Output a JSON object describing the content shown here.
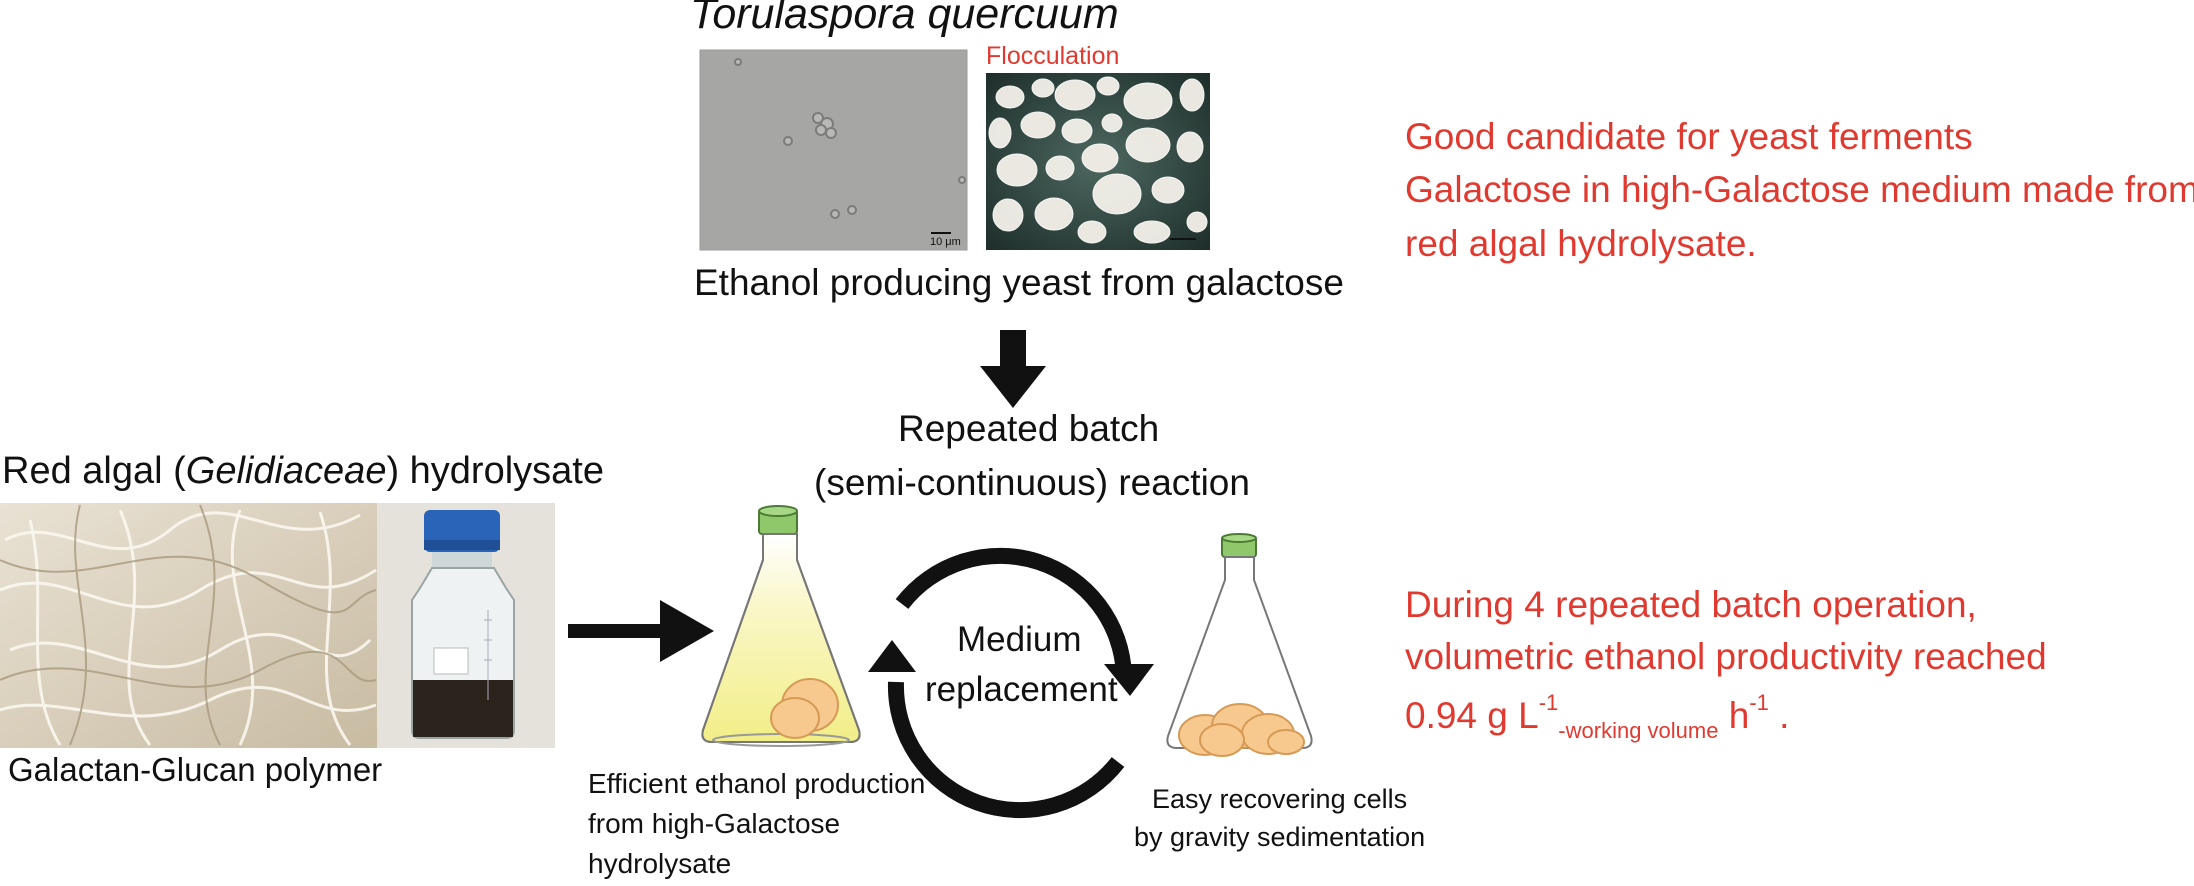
{
  "yeast": {
    "species_name": "Torulaspora quercuum",
    "flocculation_label": "Flocculation",
    "scale_bar_left": "10 μm",
    "caption": "Ethanol producing yeast from galactose"
  },
  "algae": {
    "title_prefix": "Red algal (",
    "title_italic": "Gelidiaceae",
    "title_suffix": ") hydrolysate",
    "polymer_label": "Galactan-Glucan polymer"
  },
  "process": {
    "repeated_line1": "Repeated batch",
    "repeated_line2": "(semi-continuous) reaction",
    "medium_line1": "Medium",
    "medium_line2": "replacement",
    "efficient_lines": [
      "Efficient ethanol production",
      "from high-Galactose",
      "hydrolysate"
    ],
    "recover_lines": [
      "Easy recovering cells",
      "by gravity sedimentation"
    ]
  },
  "results": {
    "candidate_lines": [
      "Good candidate for yeast ferments",
      "Galactose in high-Galactose medium made from",
      "red algal hydrolysate."
    ],
    "productivity_line1": "During 4 repeated batch operation,",
    "productivity_line2": "volumetric ethanol productivity reached",
    "productivity_value": "0.94 g L",
    "productivity_sup1": "-1",
    "productivity_sub": "-working volume",
    "productivity_unit": " h",
    "productivity_sup2": "-1",
    "productivity_end": " ."
  },
  "colors": {
    "highlight_red": "#e03a30",
    "flask_cap_green": "#8fc86a",
    "bottle_cap_blue": "#2a64b8",
    "yeast_cell_orange": "#f7c98f",
    "medium_yellow": "#f6f3a0"
  },
  "icons": [
    "down-arrow-icon",
    "right-arrow-icon",
    "cycle-arrows-icon",
    "flask-icon",
    "bottle-icon"
  ]
}
